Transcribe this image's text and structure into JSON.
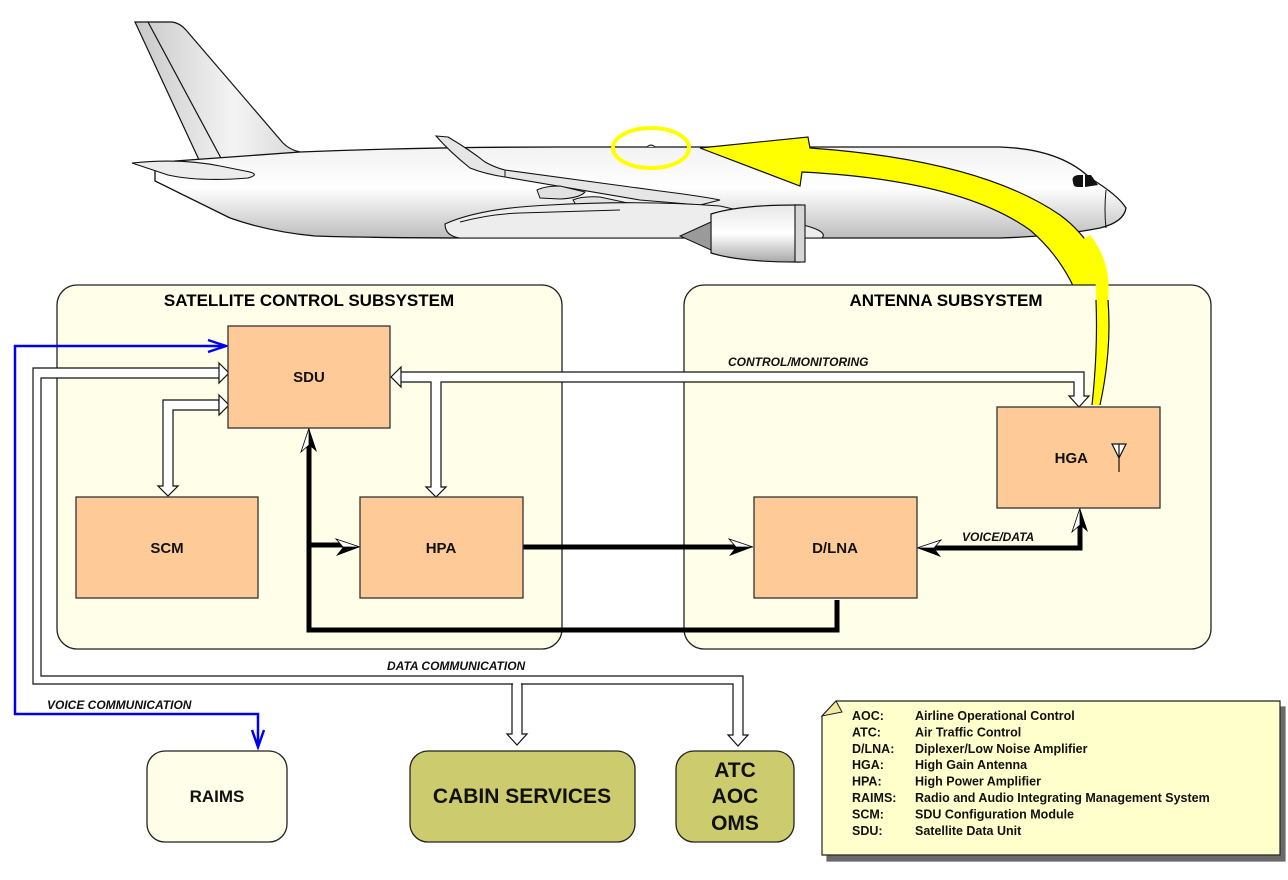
{
  "title": "Aircraft SATCOM System Architecture",
  "colors": {
    "subsystem_fill": "#FFFEE8",
    "unit_fill": "#FECB98",
    "external_fill_light": "#FFFEE8",
    "external_fill_olive": "#CCCC6E",
    "voice_line": "#0000EE",
    "yellow_arrow": "#FFFF00",
    "legend_fill": "#FFFFCC"
  },
  "subsystems": {
    "satellite_control": {
      "title": "SATELLITE CONTROL SUBSYSTEM"
    },
    "antenna": {
      "title": "ANTENNA SUBSYSTEM"
    }
  },
  "units": {
    "sdu": "SDU",
    "scm": "SCM",
    "hpa": "HPA",
    "dlna": "D/LNA",
    "hga": "HGA"
  },
  "external": {
    "raims": "RAIMS",
    "cabin_services": "CABIN SERVICES",
    "atc_lines": [
      "ATC",
      "AOC",
      "OMS"
    ]
  },
  "connection_labels": {
    "control_monitoring": "CONTROL/MONITORING",
    "voice_data": "VOICE/DATA",
    "data_communication": "DATA COMMUNICATION",
    "voice_communication": "VOICE COMMUNICATION"
  },
  "icons": {
    "antenna": "antenna-icon",
    "aircraft": "aircraft-illustration",
    "highlight": "antenna-location-highlight"
  },
  "legend": [
    {
      "abbr": "AOC:",
      "definition": "Airline Operational Control"
    },
    {
      "abbr": "ATC:",
      "definition": "Air Traffic Control"
    },
    {
      "abbr": "D/LNA:",
      "definition": "Diplexer/Low Noise Amplifier"
    },
    {
      "abbr": "HGA:",
      "definition": "High Gain Antenna"
    },
    {
      "abbr": "HPA:",
      "definition": "High Power Amplifier"
    },
    {
      "abbr": "RAIMS:",
      "definition": "Radio and Audio Integrating Management System"
    },
    {
      "abbr": "SCM:",
      "definition": "SDU Configuration Module"
    },
    {
      "abbr": "SDU:",
      "definition": "Satellite Data Unit"
    }
  ]
}
